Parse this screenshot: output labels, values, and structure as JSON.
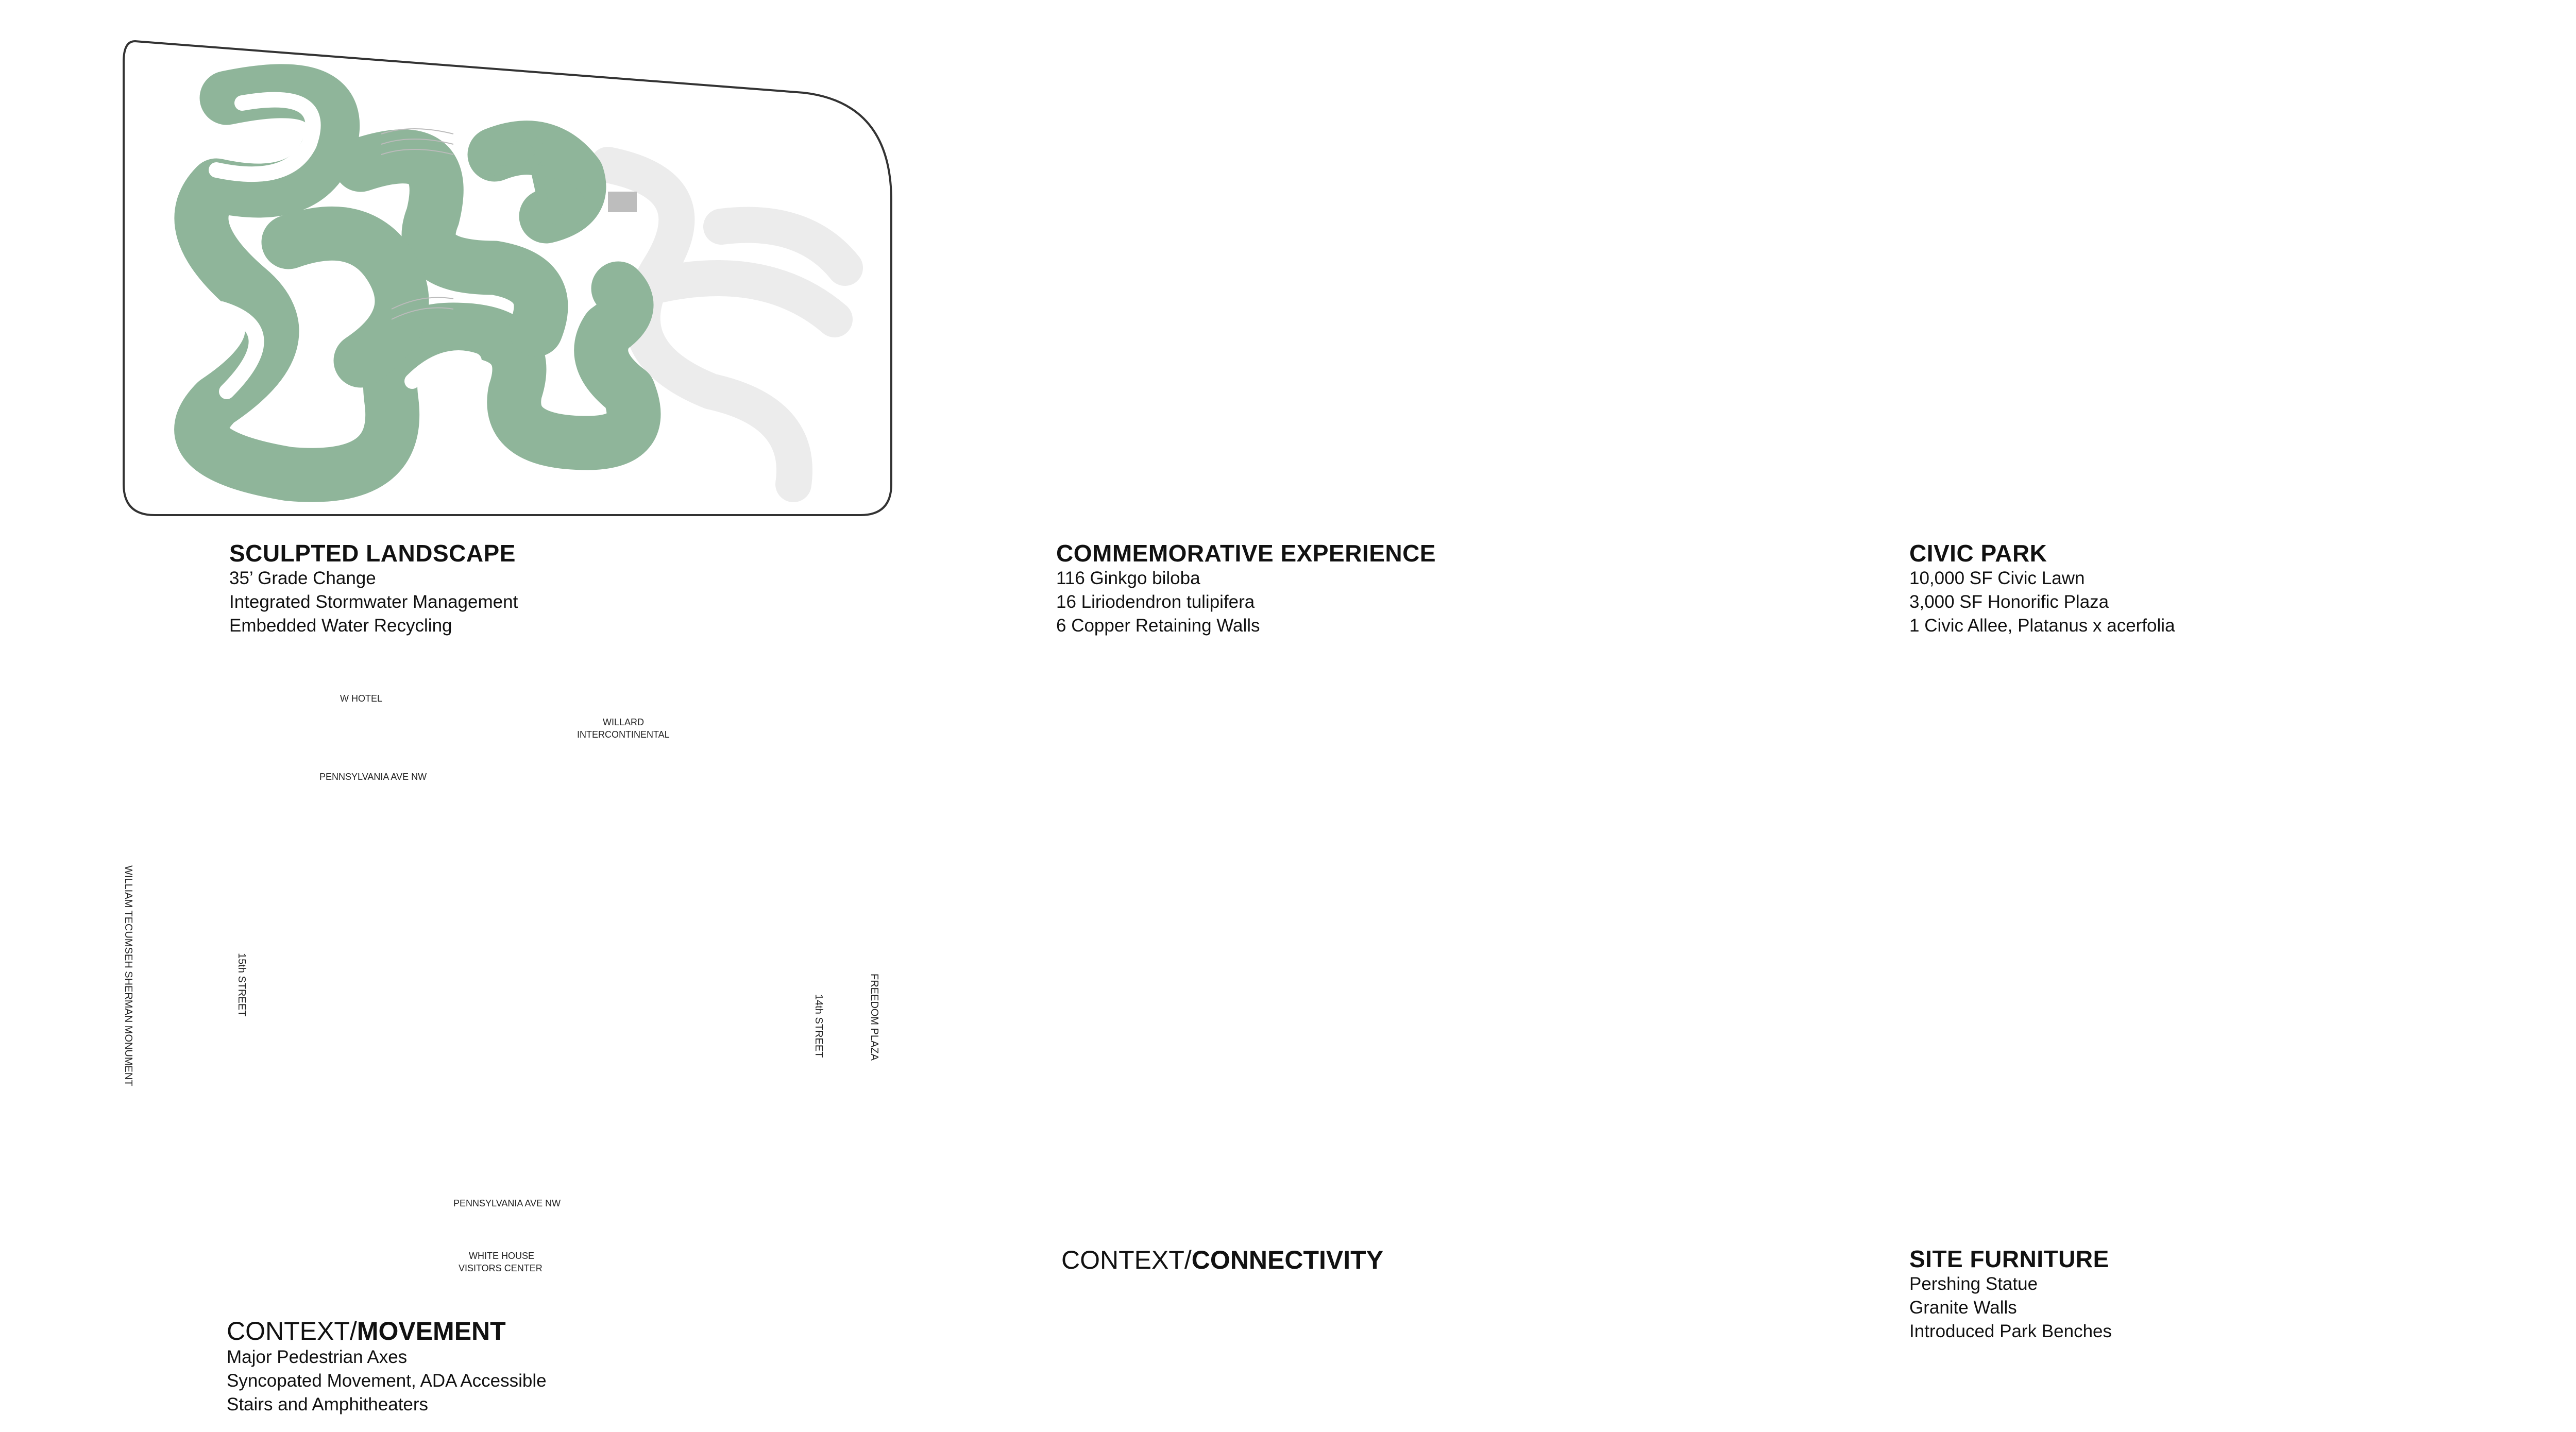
{
  "panels": {
    "sculpted": {
      "title": "SCULPTED LANDSCAPE",
      "lines": [
        "35’ Grade Change",
        "Integrated Stormwater Management",
        "Embedded Water Recycling"
      ]
    },
    "commemorative": {
      "title": "COMMEMORATIVE EXPERIENCE",
      "legend": [
        {
          "icon": "dotted-circle-icon",
          "label": "116 Ginkgo biloba"
        },
        {
          "icon": "dashed-circle-icon",
          "label": "16 Liriodendron tulipifera"
        },
        {
          "icon": "arc-wall-icon",
          "label": "6 Copper Retaining Walls"
        }
      ]
    },
    "civic": {
      "title": "CIVIC PARK",
      "legend": [
        {
          "icon": "green-blob-icon",
          "label": "10,000 SF Civic Lawn"
        },
        {
          "icon": "rectangle-icon",
          "label": "3,000 SF Honorific Plaza"
        },
        {
          "icon": "circle-dot-icon",
          "label": "1 Civic Allee, Platanus x acerfolia"
        }
      ]
    },
    "movement": {
      "title_prefix": "CONTEXT/",
      "title_bold": "MOVEMENT",
      "legend": [
        {
          "icon": "thick-line-icon",
          "label": "Major Pedestrian Axes"
        },
        {
          "icon": "thin-line-icon",
          "label": "Syncopated Movement, ADA Accessible"
        },
        {
          "icon": "dashed-line-icon",
          "label": "Stairs and Amphitheaters"
        }
      ],
      "map_labels": {
        "w_hotel": "W HOTEL",
        "willard_1": "WILLARD",
        "willard_2": "INTERCONTINENTAL",
        "pennsylvania_top": "PENNSYLVANIA AVE NW",
        "pennsylvania_bottom": "PENNSYLVANIA AVE NW",
        "sherman": "WILLIAM TECUMSEH SHERMAN MONUMENT",
        "fifteenth": "15th STREET",
        "fourteenth": "14th STREET",
        "freedom": "FREEDOM PLAZA",
        "whitehouse_1": "WHITE HOUSE",
        "whitehouse_2": "VISITORS CENTER"
      }
    },
    "connectivity": {
      "title_prefix": "CONTEXT/",
      "title_bold": "CONNECTIVITY"
    },
    "furniture": {
      "title": "SITE FURNITURE",
      "legend": [
        {
          "icon": "statue-icon",
          "label": "Pershing Statue"
        },
        {
          "icon": "wall-bar-icon",
          "label": "Granite Walls"
        },
        {
          "icon": "bench-arc-icon",
          "label": "Introduced Park Benches"
        }
      ]
    }
  },
  "colors": {
    "green": "#8fb59a",
    "light_gray": "#e6e6e6",
    "mid_gray": "#cfcfcf",
    "outline": "#333333",
    "stroke": "#111111"
  }
}
